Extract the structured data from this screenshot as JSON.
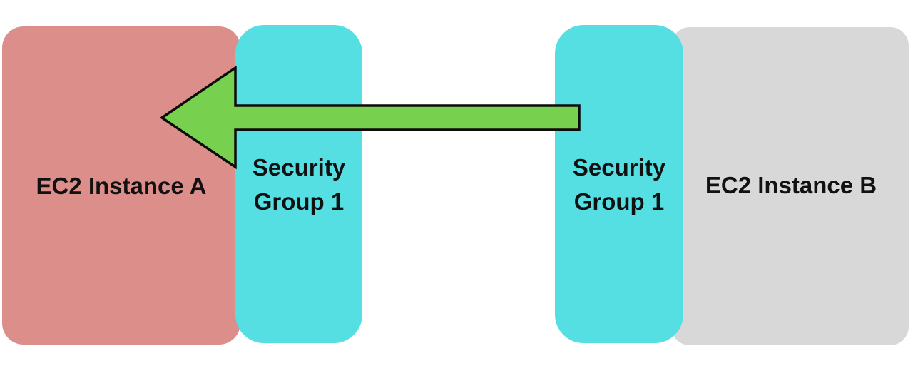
{
  "canvas": {
    "background": "#ffffff"
  },
  "nodes": {
    "ec2_a": {
      "label": "EC2 Instance A",
      "fill": "#dc8e8b",
      "text_color": "#111111"
    },
    "sg_a": {
      "line1": "Security",
      "line2": "Group 1",
      "fill": "#55dfe3",
      "text_color": "#111111"
    },
    "sg_b": {
      "line1": "Security",
      "line2": "Group 1",
      "fill": "#55dfe3",
      "text_color": "#111111"
    },
    "ec2_b": {
      "label": "EC2 Instance B",
      "fill": "#d8d8d8",
      "text_color": "#111111"
    }
  },
  "arrow": {
    "fill": "#78d14e",
    "stroke": "#0c0c0c",
    "direction": "right-to-left"
  }
}
